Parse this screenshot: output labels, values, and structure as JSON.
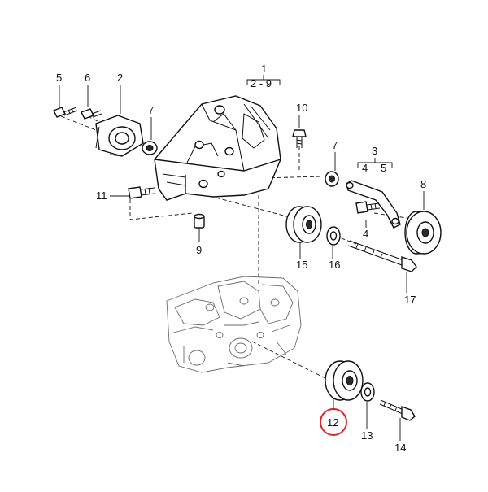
{
  "diagram": {
    "labels": {
      "p1": "1",
      "p1_range": "2 - 9",
      "p2": "2",
      "p3": "3",
      "p4_sub": "4",
      "p5_sub": "5",
      "p4": "4",
      "p5": "5",
      "p6": "6",
      "p7_top": "7",
      "p7_right": "7",
      "p8": "8",
      "p9": "9",
      "p10": "10",
      "p11": "11",
      "p12": "12",
      "p13": "13",
      "p14": "14",
      "p15": "15",
      "p16": "16",
      "p17": "17"
    },
    "highlight_color": "#d9262b"
  }
}
